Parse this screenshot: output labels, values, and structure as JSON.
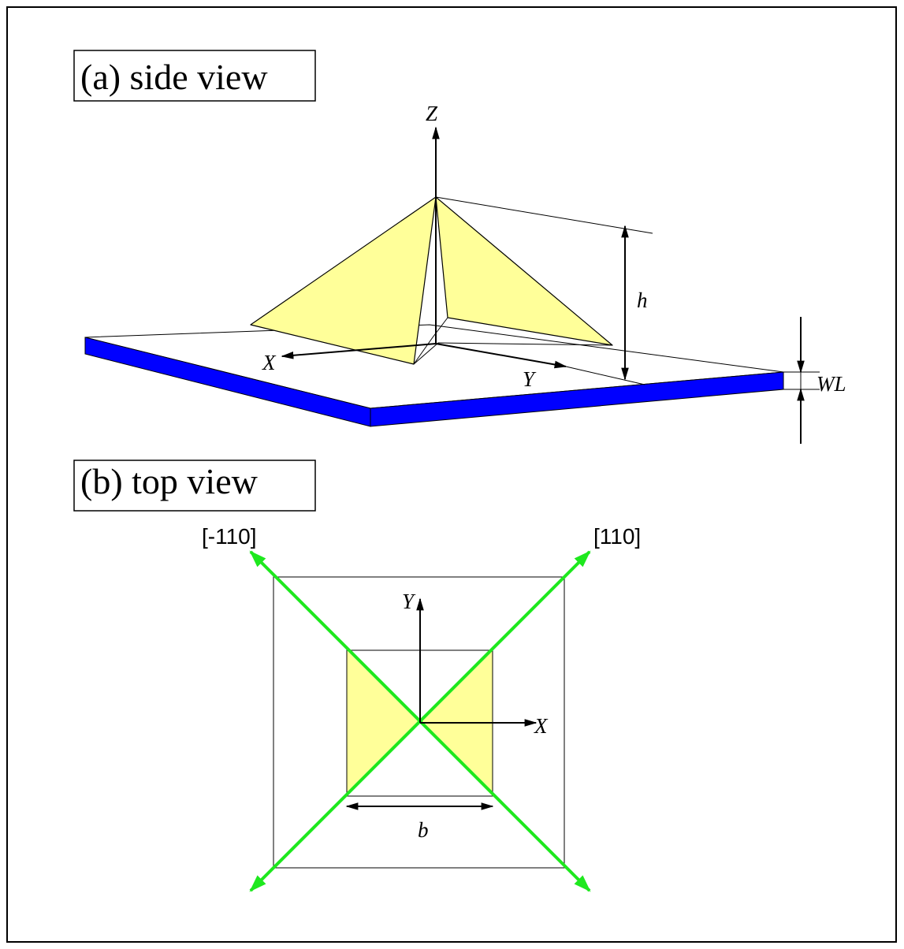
{
  "panels": {
    "side_view": {
      "title": "(a) side view",
      "labels": {
        "z_axis": "Z",
        "x_axis": "X",
        "y_axis": "Y",
        "height": "h",
        "wetting_layer": "WL"
      }
    },
    "top_view": {
      "title": "(b) top view",
      "labels": {
        "y_axis": "Y",
        "x_axis": "X",
        "base": "b",
        "dir_minus_110": "[-110]",
        "dir_110": "[110]"
      }
    }
  },
  "colors": {
    "pyramid_face": "#ffff99",
    "wetting_layer_edge": "#0000ff",
    "crystal_directions": "#1ee81e",
    "outline": "#000000",
    "background": "#ffffff"
  }
}
